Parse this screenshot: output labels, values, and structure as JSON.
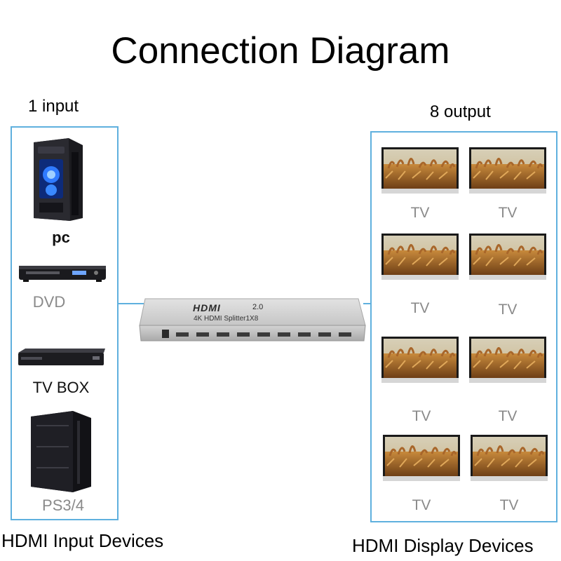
{
  "title": "Connection Diagram",
  "input_header": "1 input",
  "output_header": "8 output",
  "input_devices": [
    {
      "label": "pc"
    },
    {
      "label": "DVD"
    },
    {
      "label": "TV BOX"
    },
    {
      "label": "PS3/4"
    }
  ],
  "splitter": {
    "brand": "HDMI",
    "version": "2.0",
    "model": "4K HDMI Splitter1X8"
  },
  "outputs": [
    {
      "label": "TV"
    },
    {
      "label": "TV"
    },
    {
      "label": "TV"
    },
    {
      "label": "TV"
    },
    {
      "label": "TV"
    },
    {
      "label": "TV"
    },
    {
      "label": "TV"
    },
    {
      "label": "TV"
    }
  ],
  "caption_left": "HDMI Input Devices",
  "caption_right": "HDMI Display Devices",
  "colors": {
    "frame": "#5fb0de",
    "line": "#5fb0de"
  }
}
